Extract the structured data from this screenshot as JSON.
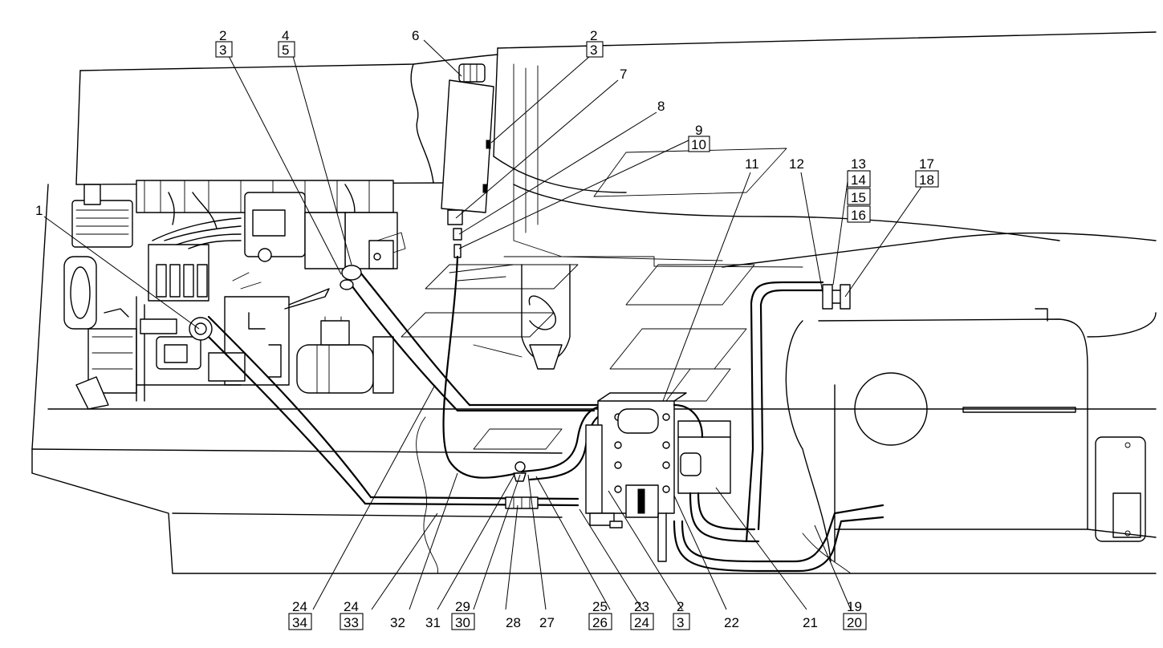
{
  "diagram": {
    "callouts": [
      {
        "id": "c1",
        "lines": [
          "1"
        ]
      },
      {
        "id": "c2a",
        "lines": [
          "2",
          "3"
        ]
      },
      {
        "id": "c4",
        "lines": [
          "4",
          "5"
        ]
      },
      {
        "id": "c6",
        "lines": [
          "6"
        ]
      },
      {
        "id": "c2b",
        "lines": [
          "2",
          "3"
        ]
      },
      {
        "id": "c7",
        "lines": [
          "7"
        ]
      },
      {
        "id": "c8",
        "lines": [
          "8"
        ]
      },
      {
        "id": "c9",
        "lines": [
          "9",
          "10"
        ]
      },
      {
        "id": "c11",
        "lines": [
          "11"
        ]
      },
      {
        "id": "c12",
        "lines": [
          "12"
        ]
      },
      {
        "id": "c13",
        "lines": [
          "13",
          "14",
          "15",
          "16"
        ]
      },
      {
        "id": "c17",
        "lines": [
          "17",
          "18"
        ]
      },
      {
        "id": "c24a",
        "lines": [
          "24",
          "34"
        ]
      },
      {
        "id": "c24b",
        "lines": [
          "24",
          "33"
        ]
      },
      {
        "id": "c32",
        "lines": [
          "32"
        ]
      },
      {
        "id": "c31",
        "lines": [
          "31"
        ]
      },
      {
        "id": "c29",
        "lines": [
          "29",
          "30"
        ]
      },
      {
        "id": "c28",
        "lines": [
          "28"
        ]
      },
      {
        "id": "c27",
        "lines": [
          "27"
        ]
      },
      {
        "id": "c25",
        "lines": [
          "25",
          "26"
        ]
      },
      {
        "id": "c23",
        "lines": [
          "23",
          "24"
        ]
      },
      {
        "id": "c2c",
        "lines": [
          "2",
          "3"
        ]
      },
      {
        "id": "c22",
        "lines": [
          "22"
        ]
      },
      {
        "id": "c21",
        "lines": [
          "21"
        ]
      },
      {
        "id": "c19",
        "lines": [
          "19",
          "20"
        ]
      }
    ]
  }
}
